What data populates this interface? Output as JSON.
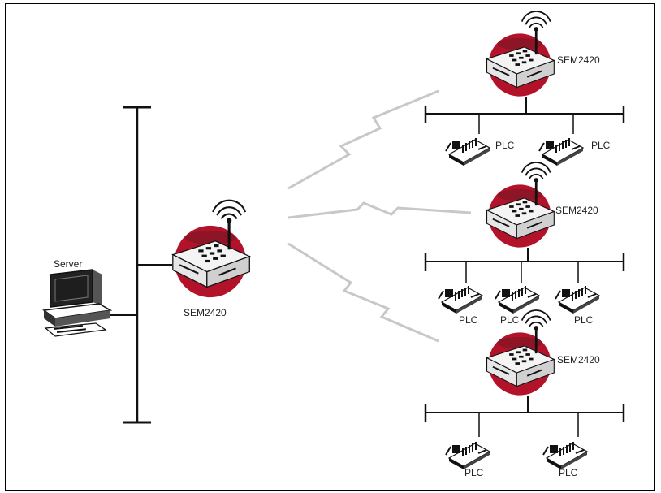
{
  "server": {
    "label": "Server"
  },
  "central_device": {
    "label": "SEM2420"
  },
  "remote_devices": [
    {
      "label": "SEM2420",
      "plcs": [
        "PLC",
        "PLC"
      ]
    },
    {
      "label": "SEM2420",
      "plcs": [
        "PLC",
        "PLC",
        "PLC"
      ]
    },
    {
      "label": "SEM2420",
      "plcs": [
        "PLC",
        "PLC"
      ]
    }
  ],
  "colors": {
    "line": "#111111",
    "device_red": "#b3132a",
    "wireless": "#c8c8c8",
    "device_body": "#f2f2f2"
  }
}
